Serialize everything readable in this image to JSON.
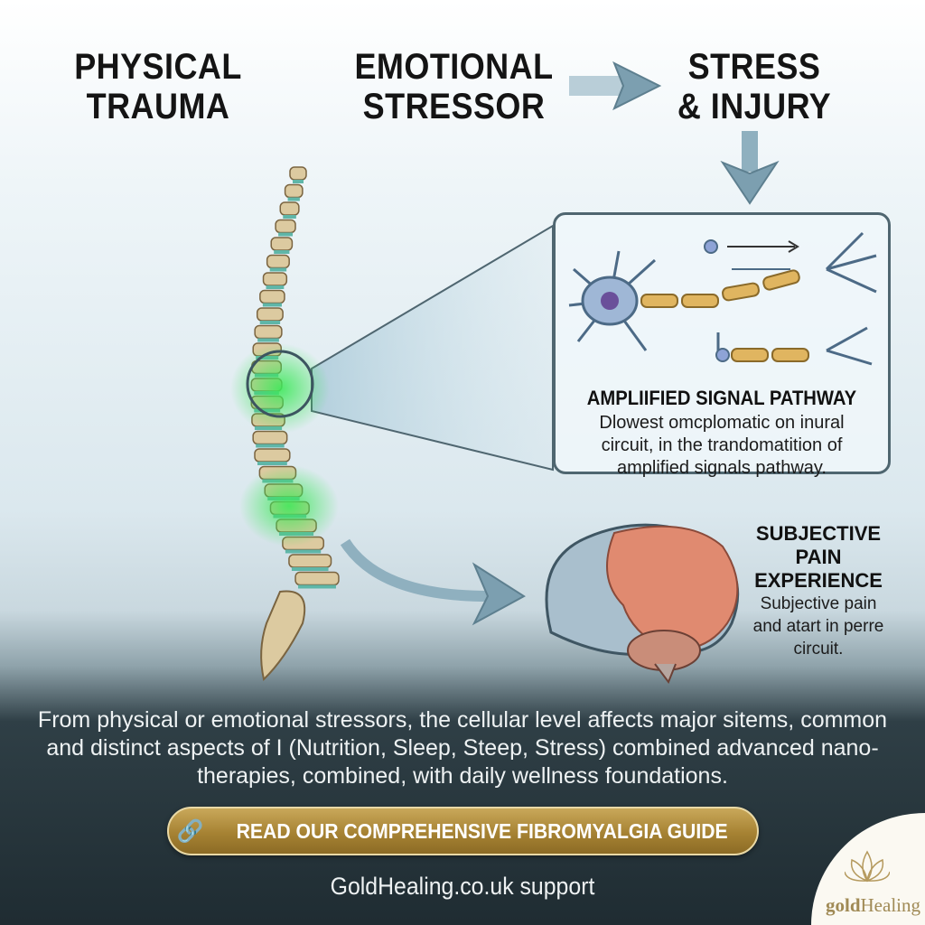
{
  "headings": {
    "physical": "PHYSICAL TRAUMA",
    "emotional": "EMOTIONAL STRESSOR",
    "stress": "STRESS & INJURY"
  },
  "signal_box": {
    "title": "AMPLIIFIED SIGNAL PATHWAY",
    "text": "Dlowest omcplomatic on inural circuit, in the trandomatition of amplified signals pathway."
  },
  "subjective": {
    "title": "SUBJECTIVE PAIN EXPERIENCE",
    "text": "Subjective pain and atart in perre circuit."
  },
  "paragraph": "From physical or emotional stressors, the cellular  level affects major sitems, common and distinct aspects of I (Nutrition, Sleep, Steep, Stress) combined advanced nano-therapies, combined, with daily wellness foundations.",
  "cta": {
    "label": "READ OUR COMPREHENSIVE FIBROMYALGIA GUIDE",
    "icon": "link-icon"
  },
  "footer": "GoldHealing.co.uk support",
  "logo": {
    "bold": "gold",
    "rest": "Healing"
  },
  "colors": {
    "accent_gold": "#a68233",
    "glow": "#3ee85a",
    "dark_bg": "#1f2c32"
  }
}
